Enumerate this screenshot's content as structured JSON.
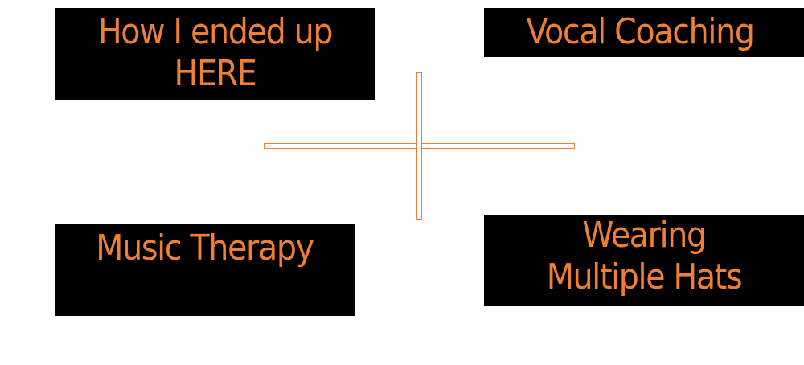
{
  "colors": {
    "tile_background": "#000000",
    "accent": "#ee7f34",
    "page_background": "#ffffff"
  },
  "tiles": [
    {
      "label": "How I ended up\nHERE"
    },
    {
      "label": "Vocal Coaching"
    },
    {
      "label": "Music Therapy"
    },
    {
      "label": "Wearing\nMultiple Hats"
    }
  ]
}
